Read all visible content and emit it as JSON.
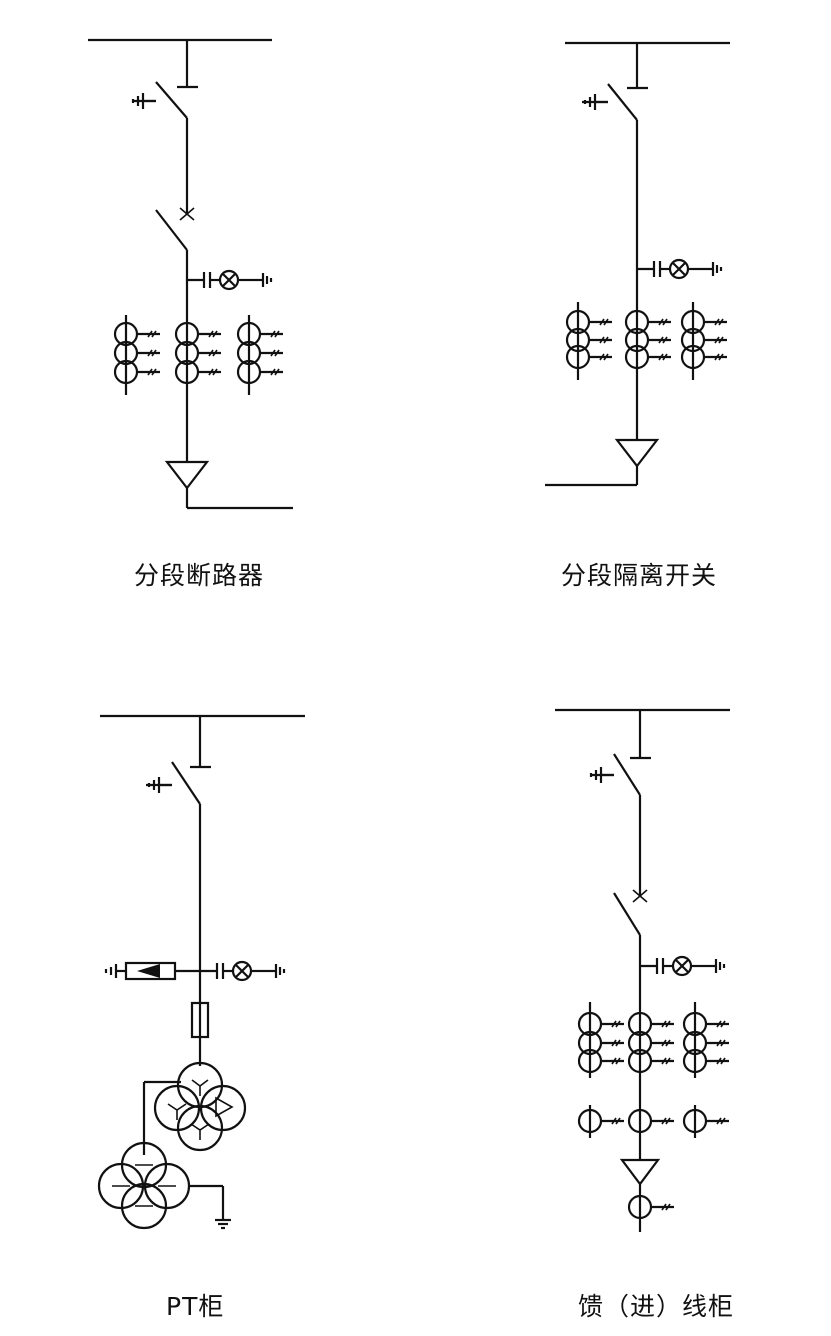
{
  "diagrams": {
    "sectional_breaker": {
      "label": "分段断路器"
    },
    "sectional_disconnector": {
      "label": "分段隔离开关"
    },
    "pt_cabinet": {
      "label": "PT柜"
    },
    "feeder_cabinet": {
      "label": "馈（进）线柜"
    }
  }
}
